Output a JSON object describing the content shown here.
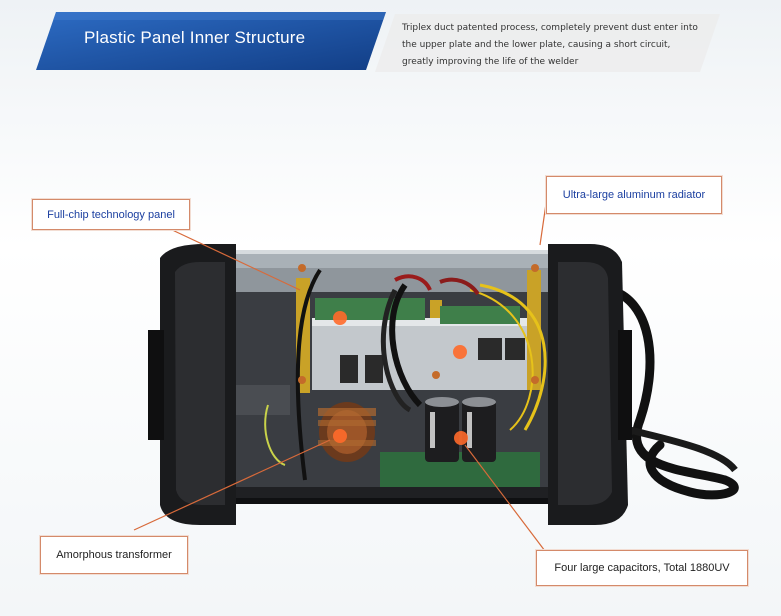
{
  "banner": {
    "title": "Plastic Panel Inner Structure",
    "description_lines": [
      "Triplex duct patented process, completely prevent dust enter into",
      "the upper plate and the lower plate, causing a short circuit,",
      "greatly improving the life of the welder"
    ]
  },
  "callouts": {
    "full_chip_panel": "Full-chip technology panel",
    "aluminum_radiator": "Ultra-large aluminum radiator",
    "amorphous_transformer": "Amorphous transformer",
    "capacitors": "Four large capacitors, Total 1880UV"
  },
  "colors": {
    "banner_blue": "#1b4fa0",
    "callout_border": "#d48a6a",
    "callout_text_blue": "#1b3fa0",
    "marker_orange": "#ff6a2a"
  }
}
